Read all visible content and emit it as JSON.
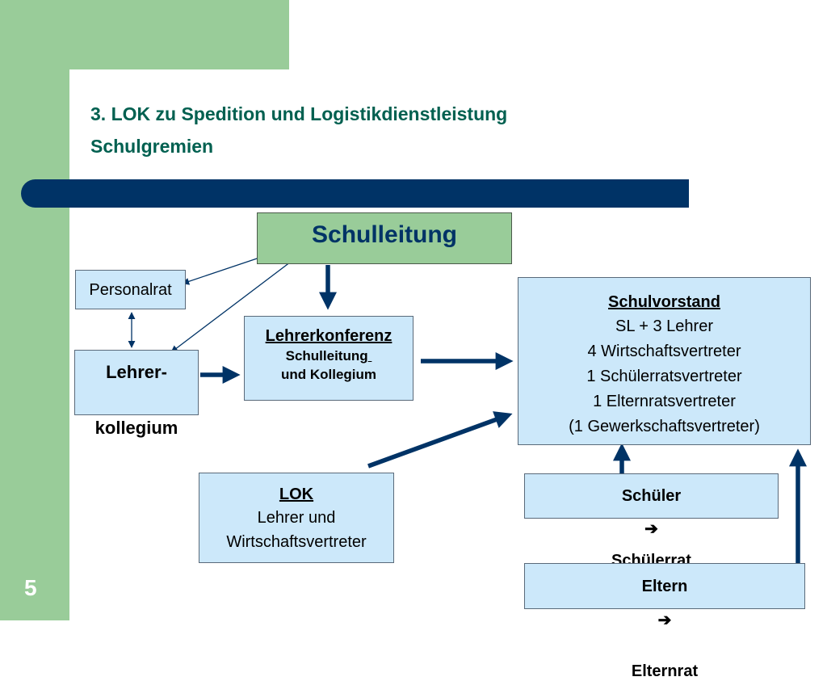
{
  "slide": {
    "title_line1": "3. LOK zu Spedition und Logistikdienstleistung",
    "title_line2": "Schulgremien",
    "page_number": "5"
  },
  "colors": {
    "green": "#99cc99",
    "navy": "#003366",
    "title": "#006050",
    "box_fill": "#cce8fa"
  },
  "nodes": {
    "schulleitung": "Schulleitung",
    "personalrat": "Personalrat",
    "lehrerkollegium_line1": "Lehrer-",
    "lehrerkollegium_line2": "kollegium",
    "lehrerkonferenz": {
      "title": "Lehrerkonferenz",
      "line1": "Schulleitung",
      "line2": "und Kollegium"
    },
    "schulvorstand": {
      "title": "Schulvorstand",
      "members": [
        "SL + 3 Lehrer",
        "4 Wirtschaftsvertreter",
        "1 Schülerratsvertreter",
        "1 Elternratsvertreter",
        "(1 Gewerkschaftsvertreter)"
      ]
    },
    "lok": {
      "title": "LOK",
      "line1": "Lehrer und",
      "line2": "Wirtschaftsvertreter"
    },
    "schueler": {
      "from": "Schüler",
      "to": "Schülerrat"
    },
    "eltern": {
      "from": "Eltern",
      "to": "Elternrat"
    }
  },
  "icons": {
    "arrow_symbol": "➔"
  }
}
